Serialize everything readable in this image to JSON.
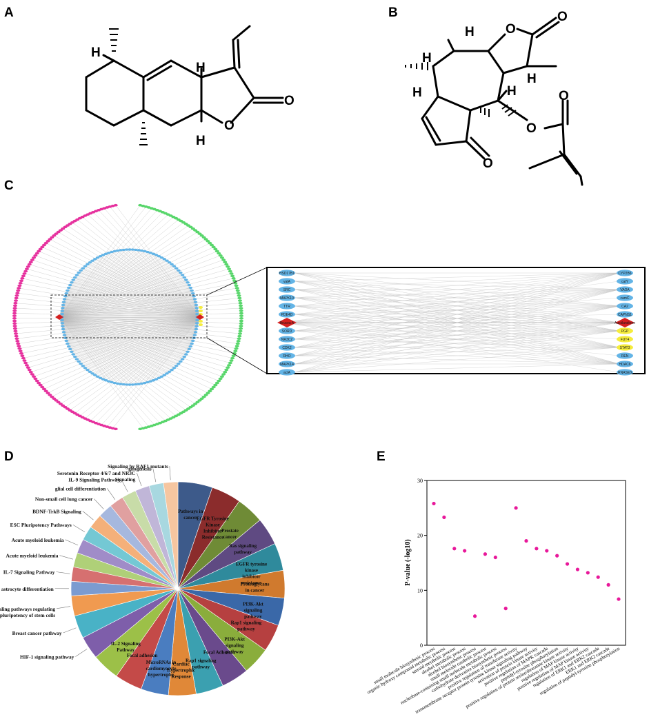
{
  "panels": {
    "a": "A",
    "b": "B",
    "c": "C",
    "d": "D",
    "e": "E"
  },
  "structures": {
    "a": {
      "atoms": [
        "H",
        "H",
        "H",
        "O",
        "O"
      ]
    },
    "b": {
      "atoms": [
        "H",
        "H",
        "H",
        "H",
        "H",
        "O",
        "O",
        "O",
        "O",
        "O"
      ]
    }
  },
  "network": {
    "left_center": "Brucea A",
    "right_center": "Aucklandione",
    "left_nodes": [
      "HSD17B1",
      "vatA",
      "SRC",
      "MAPK10",
      "TTR",
      "PDE4D",
      "SORD",
      "NR3C2",
      "CDK2",
      "RHO",
      "MAPK14",
      "actA"
    ],
    "right_nodes": [
      "CYP2B6",
      "catY",
      "VAOA",
      "camC",
      "CA2",
      "CAPNS1",
      "PGP",
      "FUT4",
      "STAT3",
      "REN",
      "HDAC6",
      "RNASE3"
    ],
    "yellow_nodes": [
      "PGP",
      "FUT4",
      "STAT3"
    ],
    "colors": {
      "magenta": "#e6319e",
      "green": "#58d66b",
      "blue": "#63b4e6",
      "yellow": "#f5ec3c",
      "red": "#d42020"
    }
  },
  "chart_data": [
    {
      "type": "pie",
      "panel": "D",
      "slices": [
        {
          "label": "Pathways in cancer",
          "value": 6.0,
          "color": "#3d5a8a"
        },
        {
          "label": "EGFR Tyrosine Kinase Inhibitor Resistance",
          "value": 5.2,
          "color": "#8b2c2c"
        },
        {
          "label": "Prostate cancer",
          "value": 4.8,
          "color": "#6f8b36"
        },
        {
          "label": "Ras signaling pathway",
          "value": 4.8,
          "color": "#5f4a82"
        },
        {
          "label": "EGFR tyrosine kinase inhibitor resistance",
          "value": 4.8,
          "color": "#2f8a9c"
        },
        {
          "label": "Proteoglycans in cancer",
          "value": 4.8,
          "color": "#d07a2e"
        },
        {
          "label": "PI3K-Akt signaling pathway",
          "value": 4.8,
          "color": "#3a68a8"
        },
        {
          "label": "Rap1 signaling pathway",
          "value": 4.8,
          "color": "#b64040"
        },
        {
          "label": "PI3K-Akt signaling pathway",
          "value": 4.8,
          "color": "#8aad3c"
        },
        {
          "label": "Focal Adhesion",
          "value": 4.8,
          "color": "#6a4a8c"
        },
        {
          "label": "Rap1 signaling pathway",
          "value": 4.8,
          "color": "#3ba0b0"
        },
        {
          "label": "Cardiac Hypertrophic Response",
          "value": 4.8,
          "color": "#e08838"
        },
        {
          "label": "MicroRNAs in cardiomyocyte hypertrophy",
          "value": 4.8,
          "color": "#4a7dc0"
        },
        {
          "label": "Focal adhesion",
          "value": 4.8,
          "color": "#c44a48"
        },
        {
          "label": "IL-2 Signaling Pathway",
          "value": 4.8,
          "color": "#9cc048"
        },
        {
          "label": "HIF-1 signaling pathway",
          "value": 4.0,
          "color": "#7e5eaa"
        },
        {
          "label": "Breast cancer pathway",
          "value": 4.0,
          "color": "#49b2c6"
        },
        {
          "label": "Signaling pathways regulating pluripotency of stem cells",
          "value": 3.5,
          "color": "#f09a50"
        },
        {
          "label": "astrocyte differentiation",
          "value": 2.5,
          "color": "#7b9bd0"
        },
        {
          "label": "IL-7 Signaling Pathway",
          "value": 2.5,
          "color": "#d67070"
        },
        {
          "label": "Acute myeloid leukemia",
          "value": 2.5,
          "color": "#afd078"
        },
        {
          "label": "Acute myeloid leukemia",
          "value": 2.5,
          "color": "#a08cc8"
        },
        {
          "label": "ESC Pluripotency Pathways",
          "value": 2.5,
          "color": "#74c8d4"
        },
        {
          "label": "BDNF-TrkB Signaling",
          "value": 2.5,
          "color": "#f4b07a"
        },
        {
          "label": "Non-small cell lung cancer",
          "value": 2.5,
          "color": "#a6b8de"
        },
        {
          "label": "glial cell differentiation",
          "value": 2.5,
          "color": "#e0a0a0"
        },
        {
          "label": "IL-9 Signaling Pathway",
          "value": 2.5,
          "color": "#c8dca8"
        },
        {
          "label": "Serotonin Receptor 4/6/7 and NR3C Signaling",
          "value": 2.5,
          "color": "#c0b6d8"
        },
        {
          "label": "gliogenesis",
          "value": 2.5,
          "color": "#a8d8e0"
        },
        {
          "label": "Signaling by RAF1 mutants",
          "value": 2.5,
          "color": "#f6c6a0"
        }
      ]
    },
    {
      "type": "scatter",
      "panel": "E",
      "ylabel": "P-value (-log10)",
      "ylim": [
        0,
        30
      ],
      "yticks": [
        0,
        10,
        20,
        30
      ],
      "color": "#e8189a",
      "categories": [
        "small molecule biosynthetic process",
        "organic hydroxy compound metabolic process",
        "steroid metabolic process",
        "alcohol metabolic process",
        "alcohol biosynthetic process",
        "small molecule catabolic process",
        "nucleobase-containing small molecule metabolic process",
        "carbohydrate derivative biosynthetic process",
        "positive regulation of transferase activity",
        "transmembrane receptor protein tyrosine kinase signaling pathway",
        "activation of protein kinase activity",
        "positive regulation of MAPK cascade",
        "peptidyl-tyrosine phosphorylation",
        "positive regulation of protein serine/threonine kinase activity",
        "regulation of MAP kinase activity",
        "positive regulation of MAP kinase activity",
        "regulation of ERK1 and ERK2 cascade",
        "ERK1 and ERK2 cascade",
        "regulation of peptidyl-tyrosine phosphorylation"
      ],
      "values": [
        25.8,
        23.3,
        17.6,
        17.2,
        5.3,
        16.6,
        16.0,
        6.7,
        25.0,
        19.0,
        17.6,
        17.2,
        16.3,
        14.8,
        13.8,
        13.2,
        12.4,
        11.0,
        8.4
      ]
    }
  ]
}
